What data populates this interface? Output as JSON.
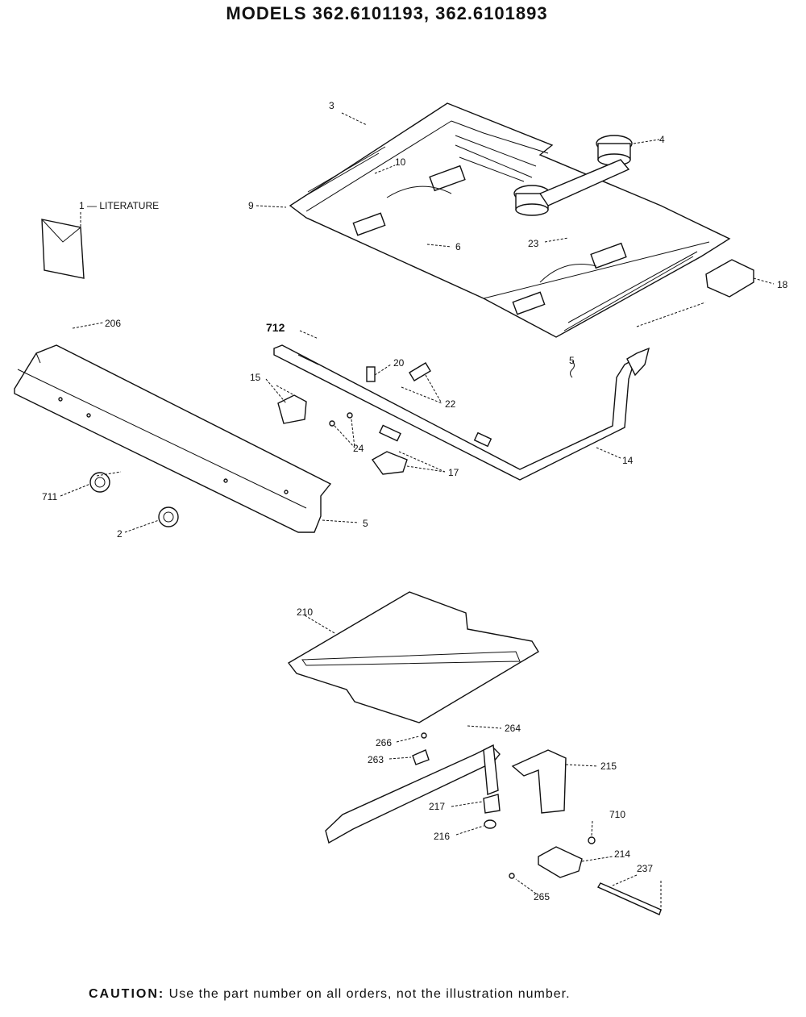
{
  "title": "MODELS 362.6101193, 362.6101893",
  "caution": {
    "lead": "CAUTION:",
    "text": "Use the part number on all orders, not the illustration number."
  },
  "callouts": {
    "c1": "1 — LITERATURE",
    "c2": "2",
    "c3": "3",
    "c4": "4",
    "c5a": "5",
    "c5b": "5",
    "c6": "6",
    "c9": "9",
    "c10": "10",
    "c14": "14",
    "c15": "15",
    "c17": "17",
    "c18": "18",
    "c20": "20",
    "c22": "22",
    "c23": "23",
    "c24": "24",
    "c206": "206",
    "c210": "210",
    "c214": "214",
    "c215": "215",
    "c216": "216",
    "c217": "217",
    "c237": "237",
    "c263": "263",
    "c264": "264",
    "c265": "265",
    "c266": "266",
    "c710": "710",
    "c711": "711",
    "c712": "712"
  }
}
